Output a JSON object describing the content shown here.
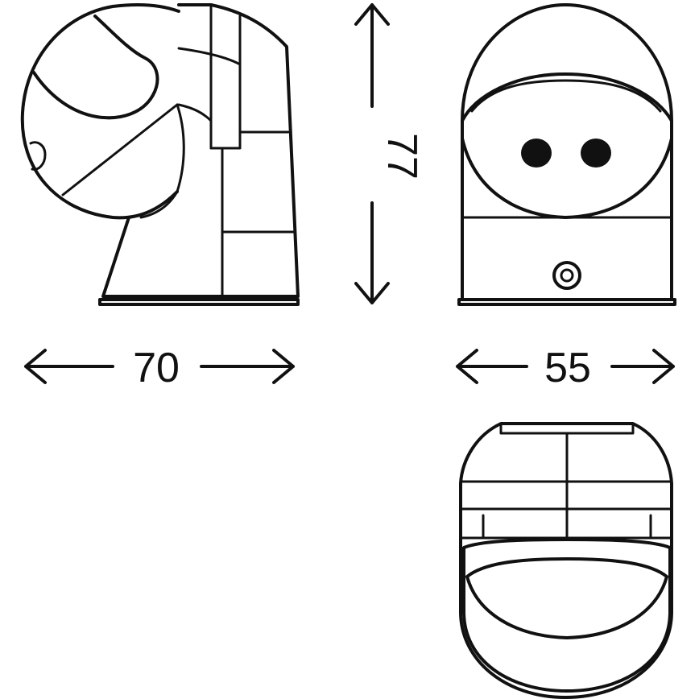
{
  "dimensions": {
    "width_side": "70",
    "width_front": "55",
    "height": "77"
  }
}
